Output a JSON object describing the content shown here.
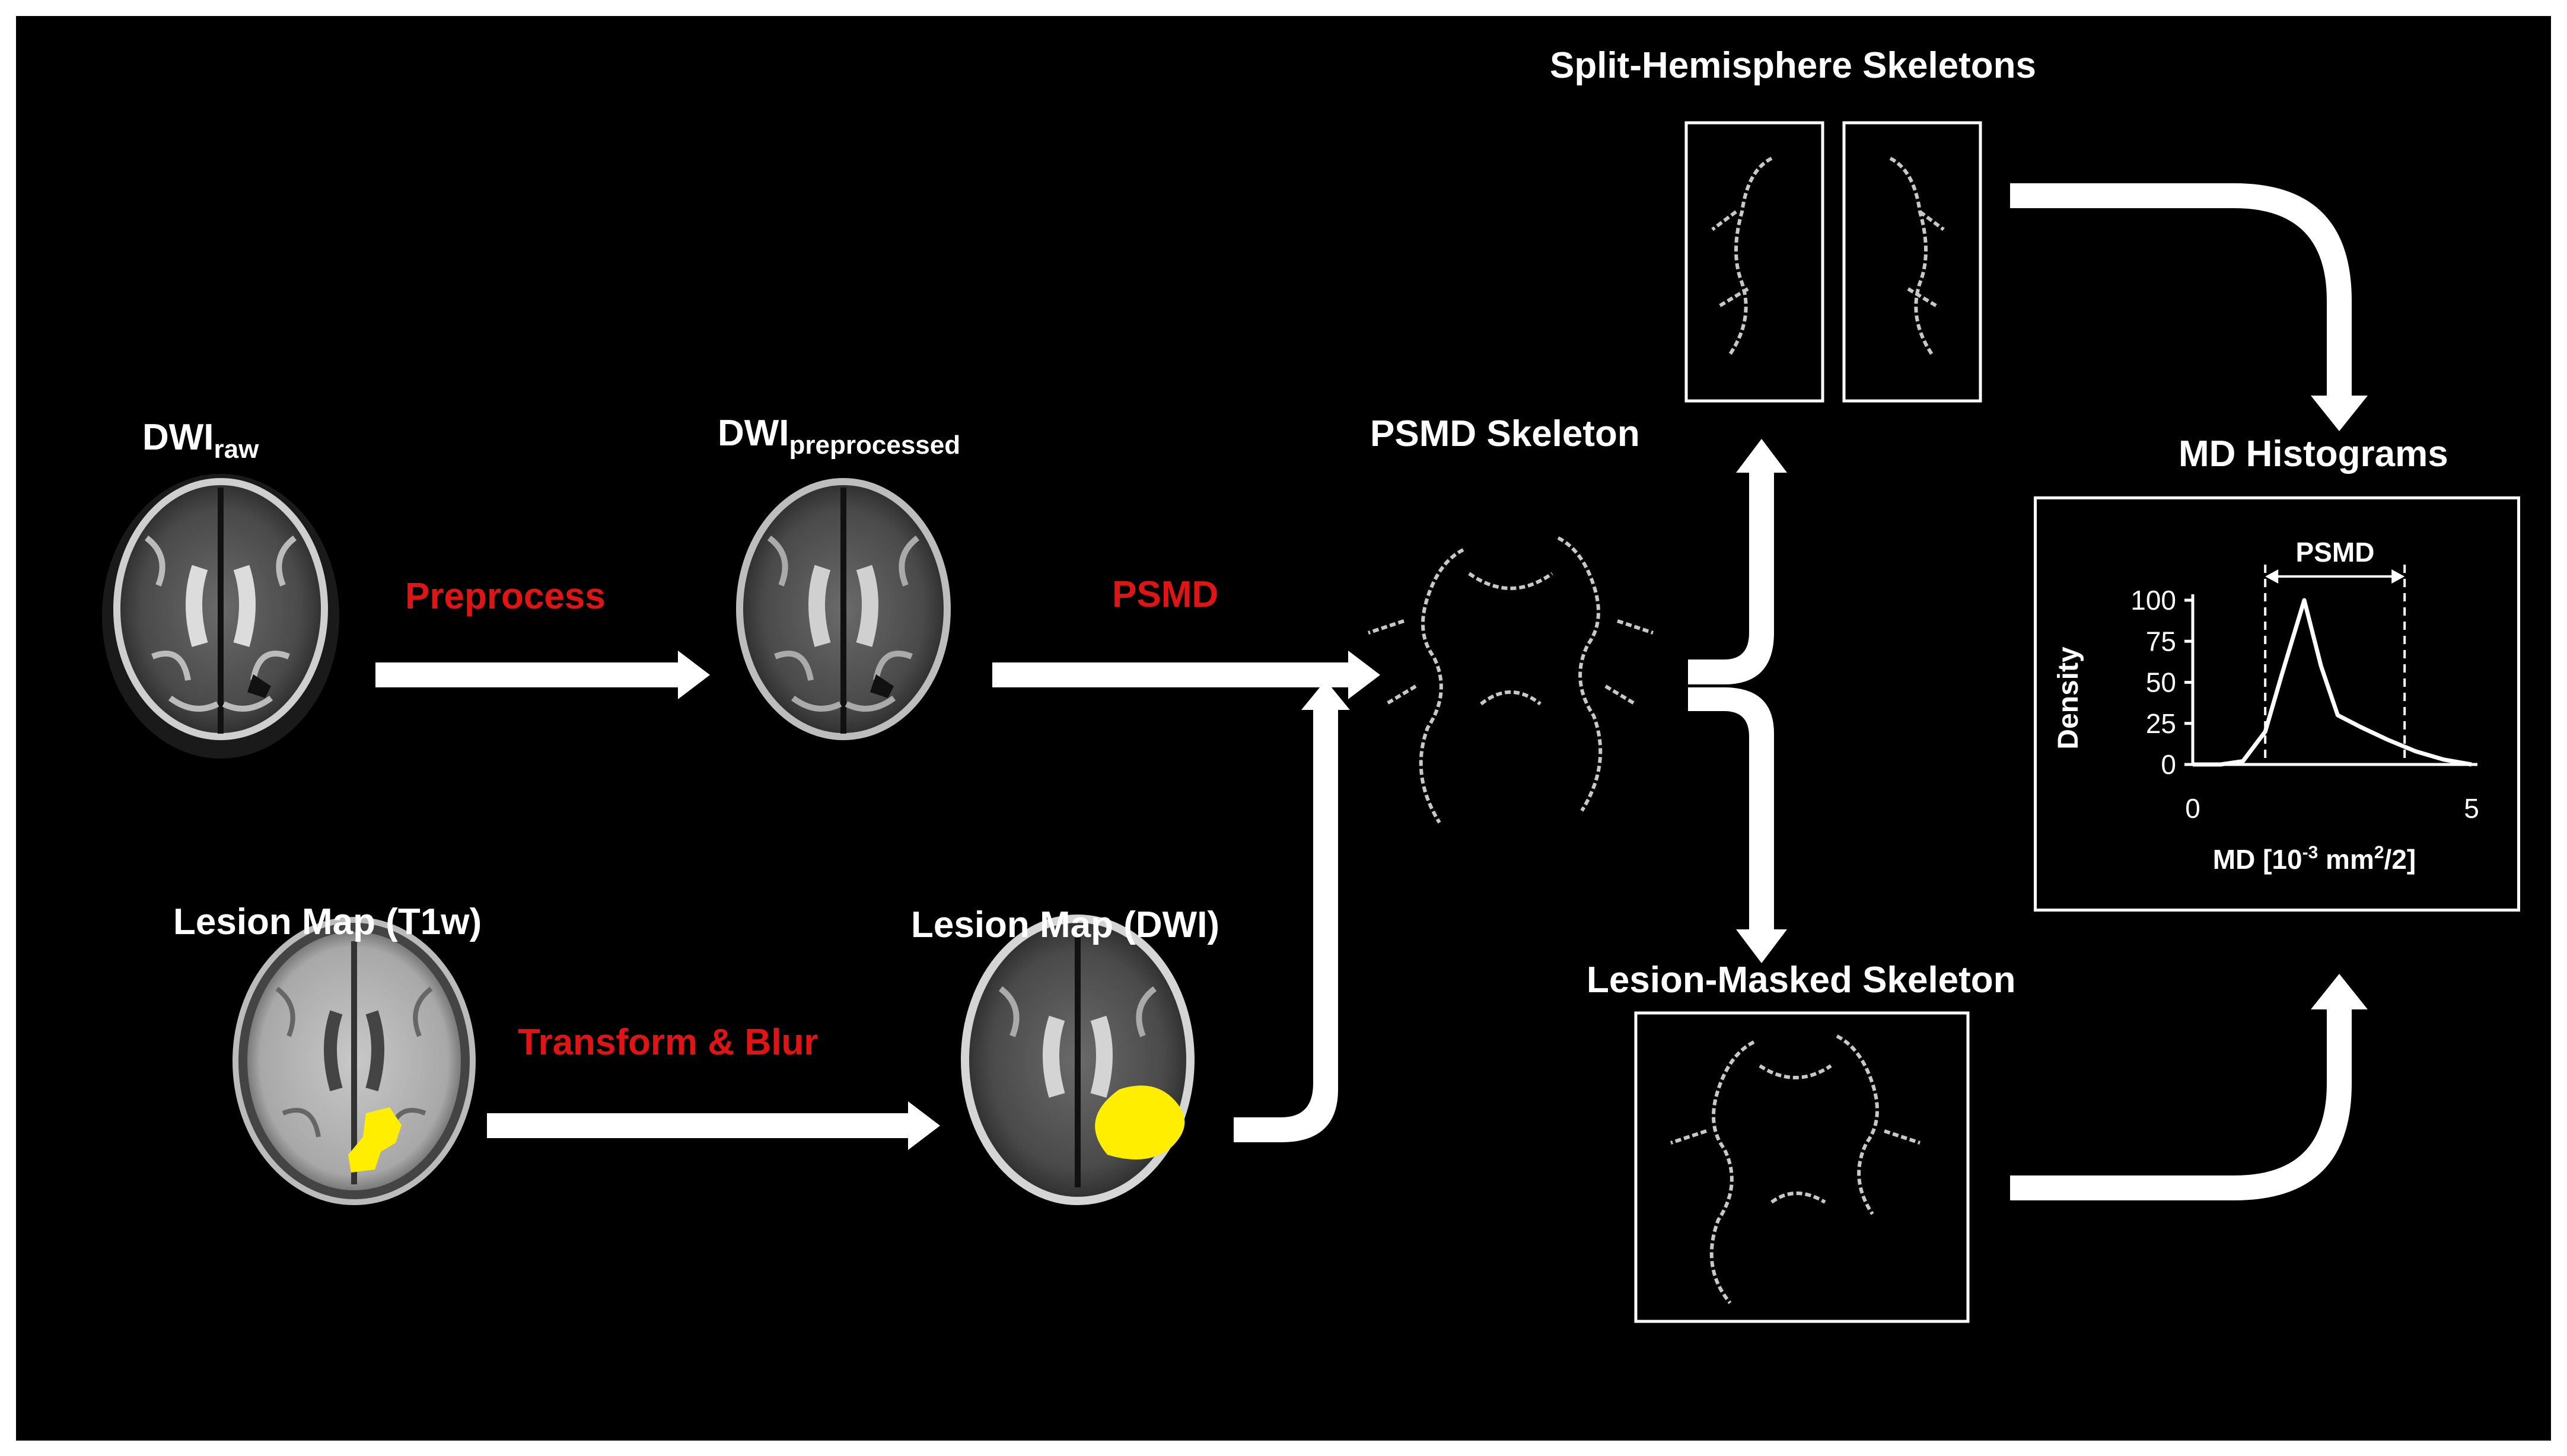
{
  "labels": {
    "dwi_raw_main": "DWI",
    "dwi_raw_sub": "raw",
    "dwi_pre_main": "DWI",
    "dwi_pre_sub": "preprocessed",
    "lesion_t1w": "Lesion Map (T1w)",
    "lesion_dwi": "Lesion Map (DWI)",
    "psmd_skeleton": "PSMD Skeleton",
    "split_hemisphere": "Split-Hemisphere Skeletons",
    "lesion_masked": "Lesion-Masked Skeleton",
    "md_histograms": "MD Histograms"
  },
  "steps": {
    "preprocess": "Preprocess",
    "psmd": "PSMD",
    "transform_blur": "Transform & Blur"
  },
  "colors": {
    "background": "#000000",
    "arrow": "#ffffff",
    "step_label": "#e01414",
    "lesion": "#ffee00"
  },
  "chart_data": {
    "type": "line",
    "title": "",
    "xlabel_prefix": "MD [10",
    "xlabel_exp": "-3",
    "xlabel_mid": " mm",
    "xlabel_exp2": "2",
    "xlabel_suffix": "/2]",
    "ylabel": "Density",
    "annotation": "PSMD",
    "xlim": [
      0,
      5
    ],
    "ylim": [
      0,
      100
    ],
    "x_ticks": [
      "0",
      "5"
    ],
    "y_ticks": [
      "100",
      "75",
      "50",
      "25",
      "0"
    ],
    "series": [
      {
        "x": [
          0,
          0.5,
          0.9,
          1.3,
          1.6,
          2.0,
          2.3,
          2.6,
          3.0,
          3.5,
          4.0,
          4.5,
          5.0
        ],
        "y": [
          0,
          0,
          2,
          20,
          55,
          100,
          60,
          30,
          23,
          15,
          8,
          3,
          0
        ]
      }
    ],
    "dashed_lines_x": [
      1.3,
      3.8
    ]
  }
}
